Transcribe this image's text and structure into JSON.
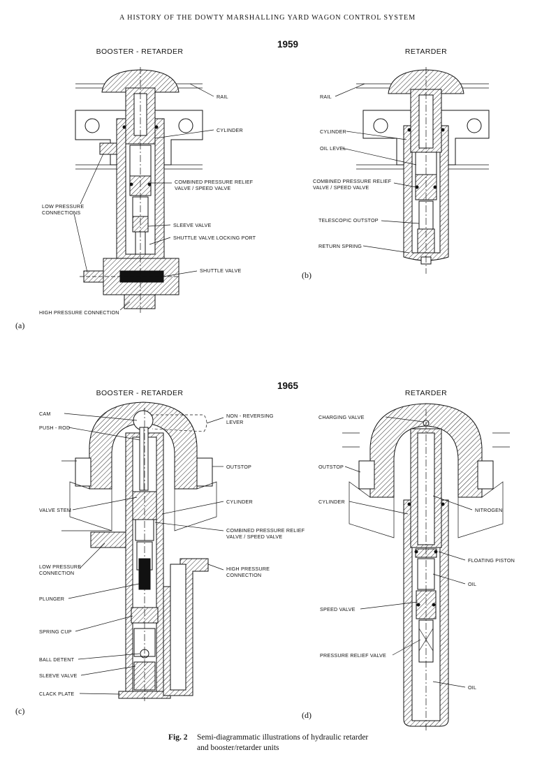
{
  "page": {
    "running_header": "A HISTORY OF THE DOWTY MARSHALLING YARD WAGON CONTROL SYSTEM"
  },
  "figure": {
    "caption_number": "Fig. 2",
    "caption_line1": "Semi-diagrammatic illustrations of hydraulic retarder",
    "caption_line2": "and booster/retarder units"
  },
  "panels": {
    "a": {
      "year": "1959",
      "title": "BOOSTER - RETARDER",
      "panel_label": "(a)",
      "labels": {
        "rail": "RAIL",
        "cylinder": "CYLINDER",
        "combined_1": "COMBINED PRESSURE RELIEF",
        "combined_2": "VALVE / SPEED VALVE",
        "low_pressure_1": "LOW PRESSURE",
        "low_pressure_2": "CONNECTIONS",
        "sleeve_valve": "SLEEVE VALVE",
        "shuttle_locking": "SHUTTLE VALVE LOCKING PORT",
        "shuttle_valve": "SHUTTLE VALVE",
        "high_pressure": "HIGH PRESSURE CONNECTION"
      }
    },
    "b": {
      "title": "RETARDER",
      "panel_label": "(b)",
      "labels": {
        "rail": "RAIL",
        "cylinder": "CYLINDER",
        "oil_level": "OIL LEVEL",
        "combined_1": "COMBINED PRESSURE RELIEF",
        "combined_2": "VALVE / SPEED VALVE",
        "telescopic": "TELESCOPIC OUTSTOP",
        "return_spring": "RETURN SPRING"
      }
    },
    "c": {
      "year": "1965",
      "title": "BOOSTER - RETARDER",
      "panel_label": "(c)",
      "labels": {
        "cam": "CAM",
        "push_rod": "PUSH - ROD",
        "non_reversing_1": "NON - REVERSING",
        "non_reversing_2": "LEVER",
        "outstop": "OUTSTOP",
        "valve_stem": "VALVE STEM",
        "cylinder": "CYLINDER",
        "combined_1": "COMBINED PRESSURE RELIEF",
        "combined_2": "VALVE / SPEED VALVE",
        "low_pressure_1": "LOW PRESSURE",
        "low_pressure_2": "CONNECTION",
        "high_pressure_1": "HIGH PRESSURE",
        "high_pressure_2": "CONNECTION",
        "plunger": "PLUNGER",
        "spring_cup": "SPRING CUP",
        "ball_detent": "BALL DETENT",
        "sleeve_valve": "SLEEVE VALVE",
        "clack_plate": "CLACK PLATE"
      }
    },
    "d": {
      "title": "RETARDER",
      "panel_label": "(d)",
      "labels": {
        "charging_valve": "CHARGING VALVE",
        "outstop": "OUTSTOP",
        "cylinder": "CYLINDER",
        "nitrogen": "NITROGEN",
        "floating_piston": "FLOATING PISTON",
        "oil_1": "OIL",
        "speed_valve": "SPEED VALVE",
        "pressure_relief": "PRESSURE RELIEF VALVE",
        "oil_2": "OIL"
      }
    }
  }
}
